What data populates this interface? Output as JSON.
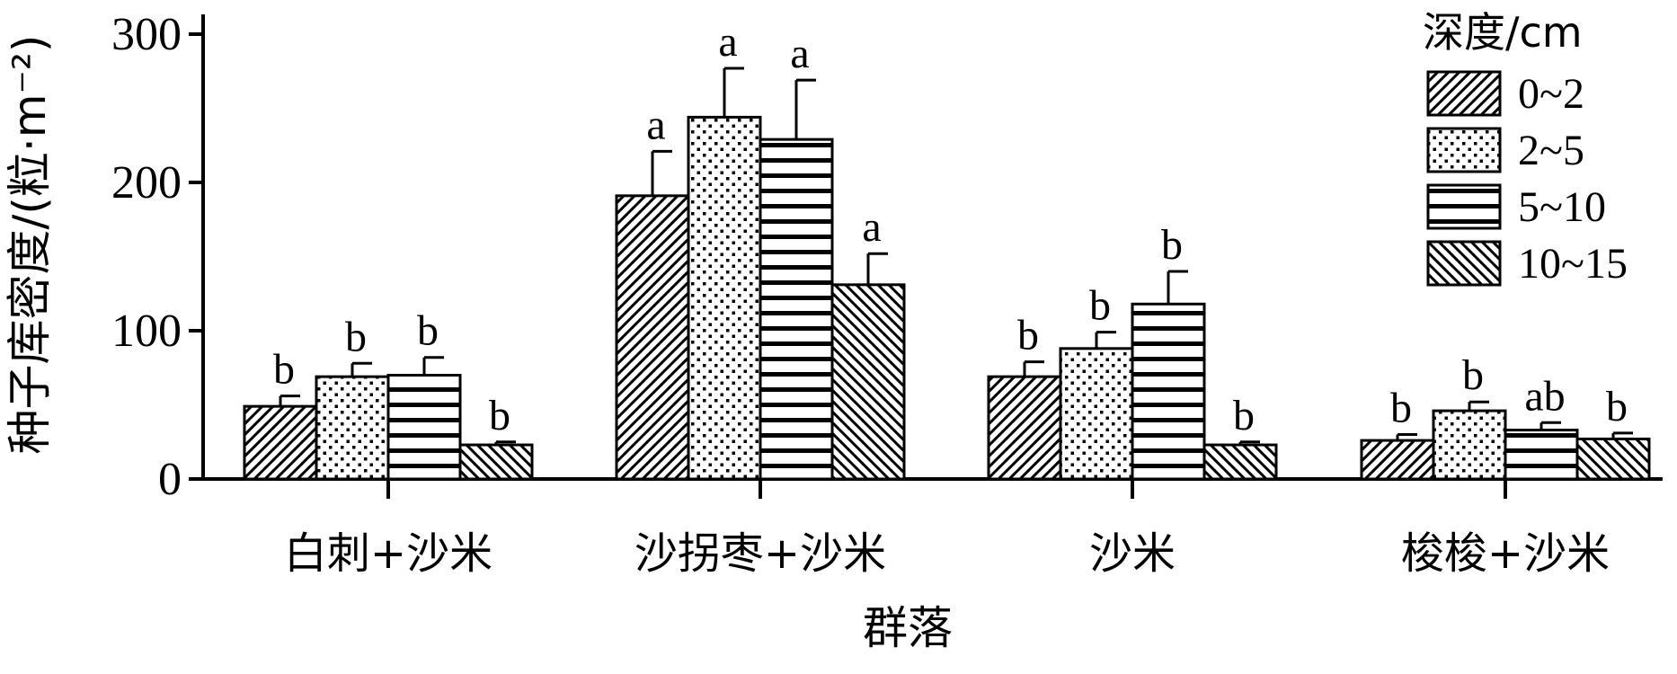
{
  "chart_data": {
    "type": "bar",
    "xlabel": "群落",
    "ylabel": "种子库密度/(粒·m⁻²)",
    "ylim": [
      0,
      300
    ],
    "yticks": [
      "0",
      "100",
      "200",
      "300"
    ],
    "grid": false,
    "legend_title": "深度/cm",
    "legend_position": "top-right",
    "categories": [
      "白刺+沙米",
      "沙拐枣+沙米",
      "沙米",
      "梭梭+沙米"
    ],
    "series": [
      {
        "name": "0~2",
        "pattern": "diag-up",
        "values": [
          49,
          191,
          69,
          26
        ],
        "errors": [
          7,
          30,
          10,
          4
        ],
        "sig": [
          "b",
          "a",
          "b",
          "b"
        ]
      },
      {
        "name": "2~5",
        "pattern": "dots",
        "values": [
          69,
          244,
          88,
          46
        ],
        "errors": [
          9,
          33,
          11,
          6
        ],
        "sig": [
          "b",
          "a",
          "b",
          "b"
        ]
      },
      {
        "name": "5~10",
        "pattern": "hlines",
        "values": [
          70,
          229,
          118,
          33
        ],
        "errors": [
          12,
          40,
          22,
          5
        ],
        "sig": [
          "b",
          "a",
          "b",
          "ab"
        ]
      },
      {
        "name": "10~15",
        "pattern": "diag-down",
        "values": [
          23,
          131,
          23,
          27
        ],
        "errors": [
          2,
          21,
          2,
          4
        ],
        "sig": [
          "b",
          "a",
          "b",
          "b"
        ]
      }
    ],
    "colors": {
      "stroke": "#000000",
      "fill": "#ffffff"
    }
  }
}
